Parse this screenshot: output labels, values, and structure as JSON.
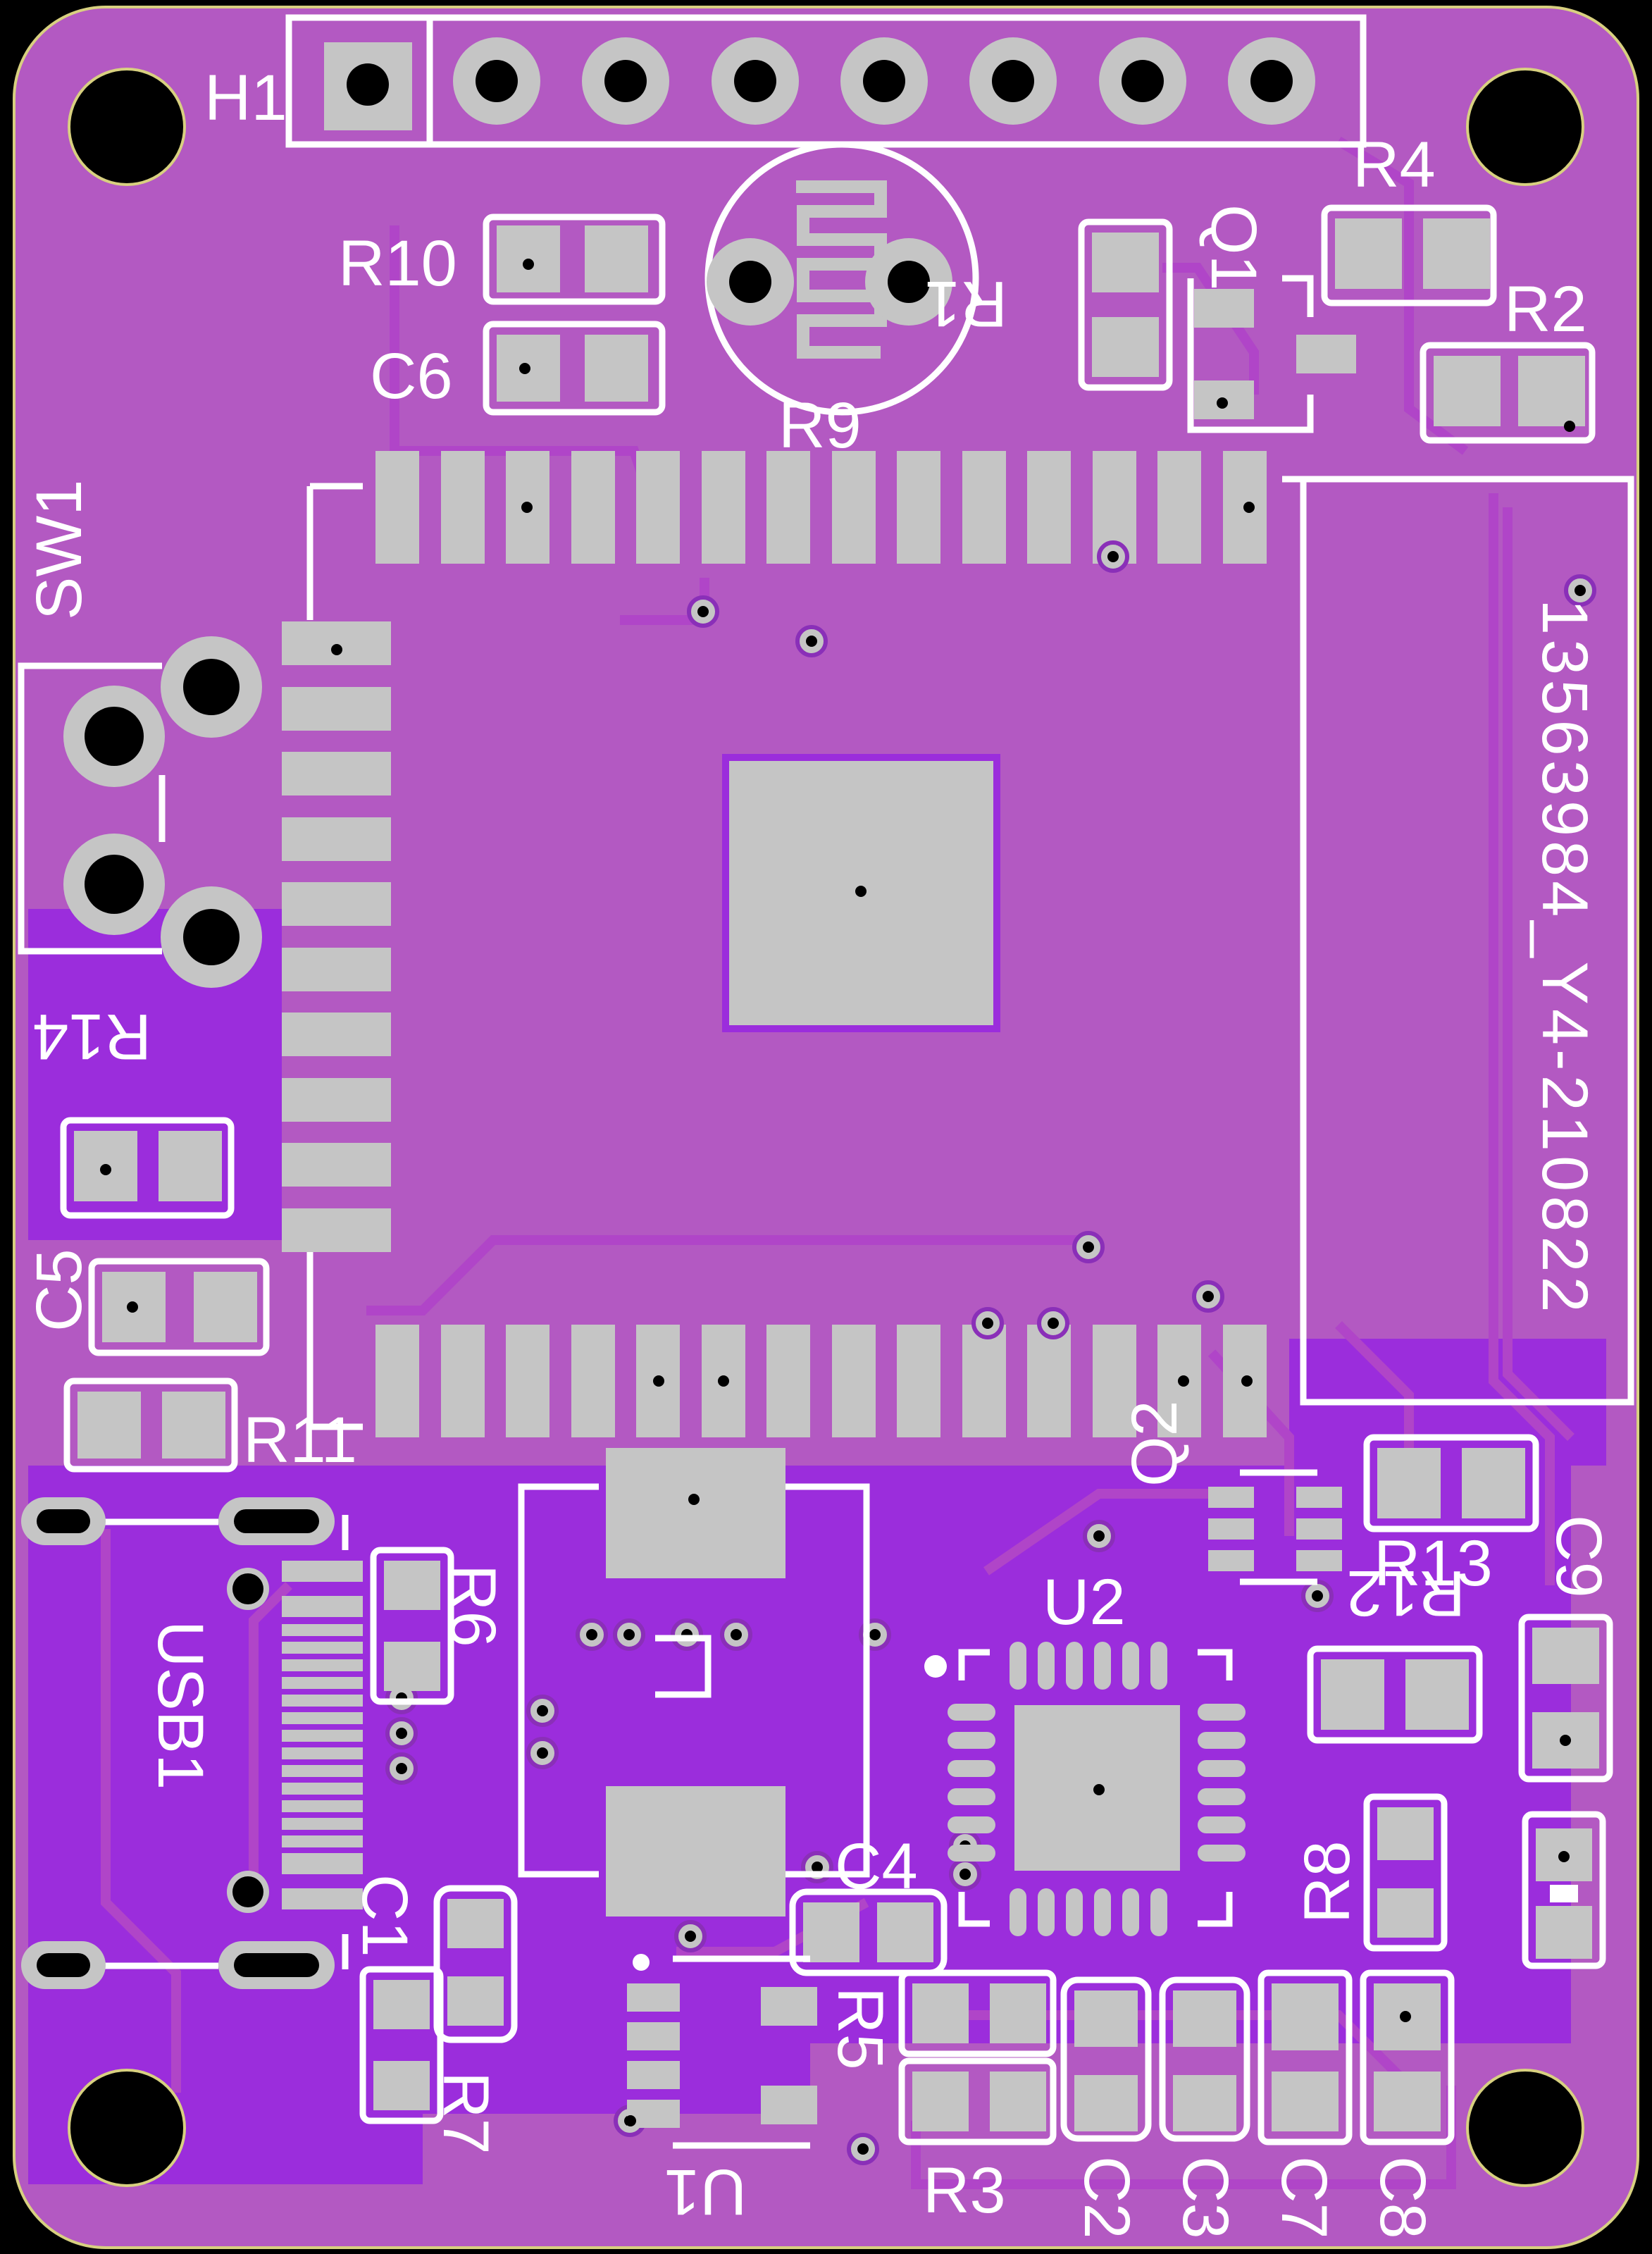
{
  "board": {
    "silk_text": "13563984_Y4-210822",
    "colors": {
      "edge": "#000000",
      "mask": "#b359c2",
      "pour": "#9b2ddc",
      "pad": "#c5c5c5",
      "silk": "#ffffff"
    }
  },
  "labels": {
    "H1": "H1",
    "R10": "R10",
    "C6": "C6",
    "R9": "R9",
    "R1": "R1",
    "Q1": "Q1",
    "R4": "R4",
    "R2": "R2",
    "SW1": "SW1",
    "R14": "R14",
    "C5": "C5",
    "R11": "R11",
    "USB1": "USB1",
    "R6": "R6",
    "C1": "C1",
    "R7": "R7",
    "Q2": "Q2",
    "R13": "R13",
    "R12": "R12",
    "C9": "C9",
    "U2": "U2",
    "C4": "C4",
    "R5": "R5",
    "U1": "U1",
    "R8": "R8",
    "R3": "R3",
    "C2": "C2",
    "C3": "C3",
    "C7": "C7",
    "C8": "C8"
  }
}
